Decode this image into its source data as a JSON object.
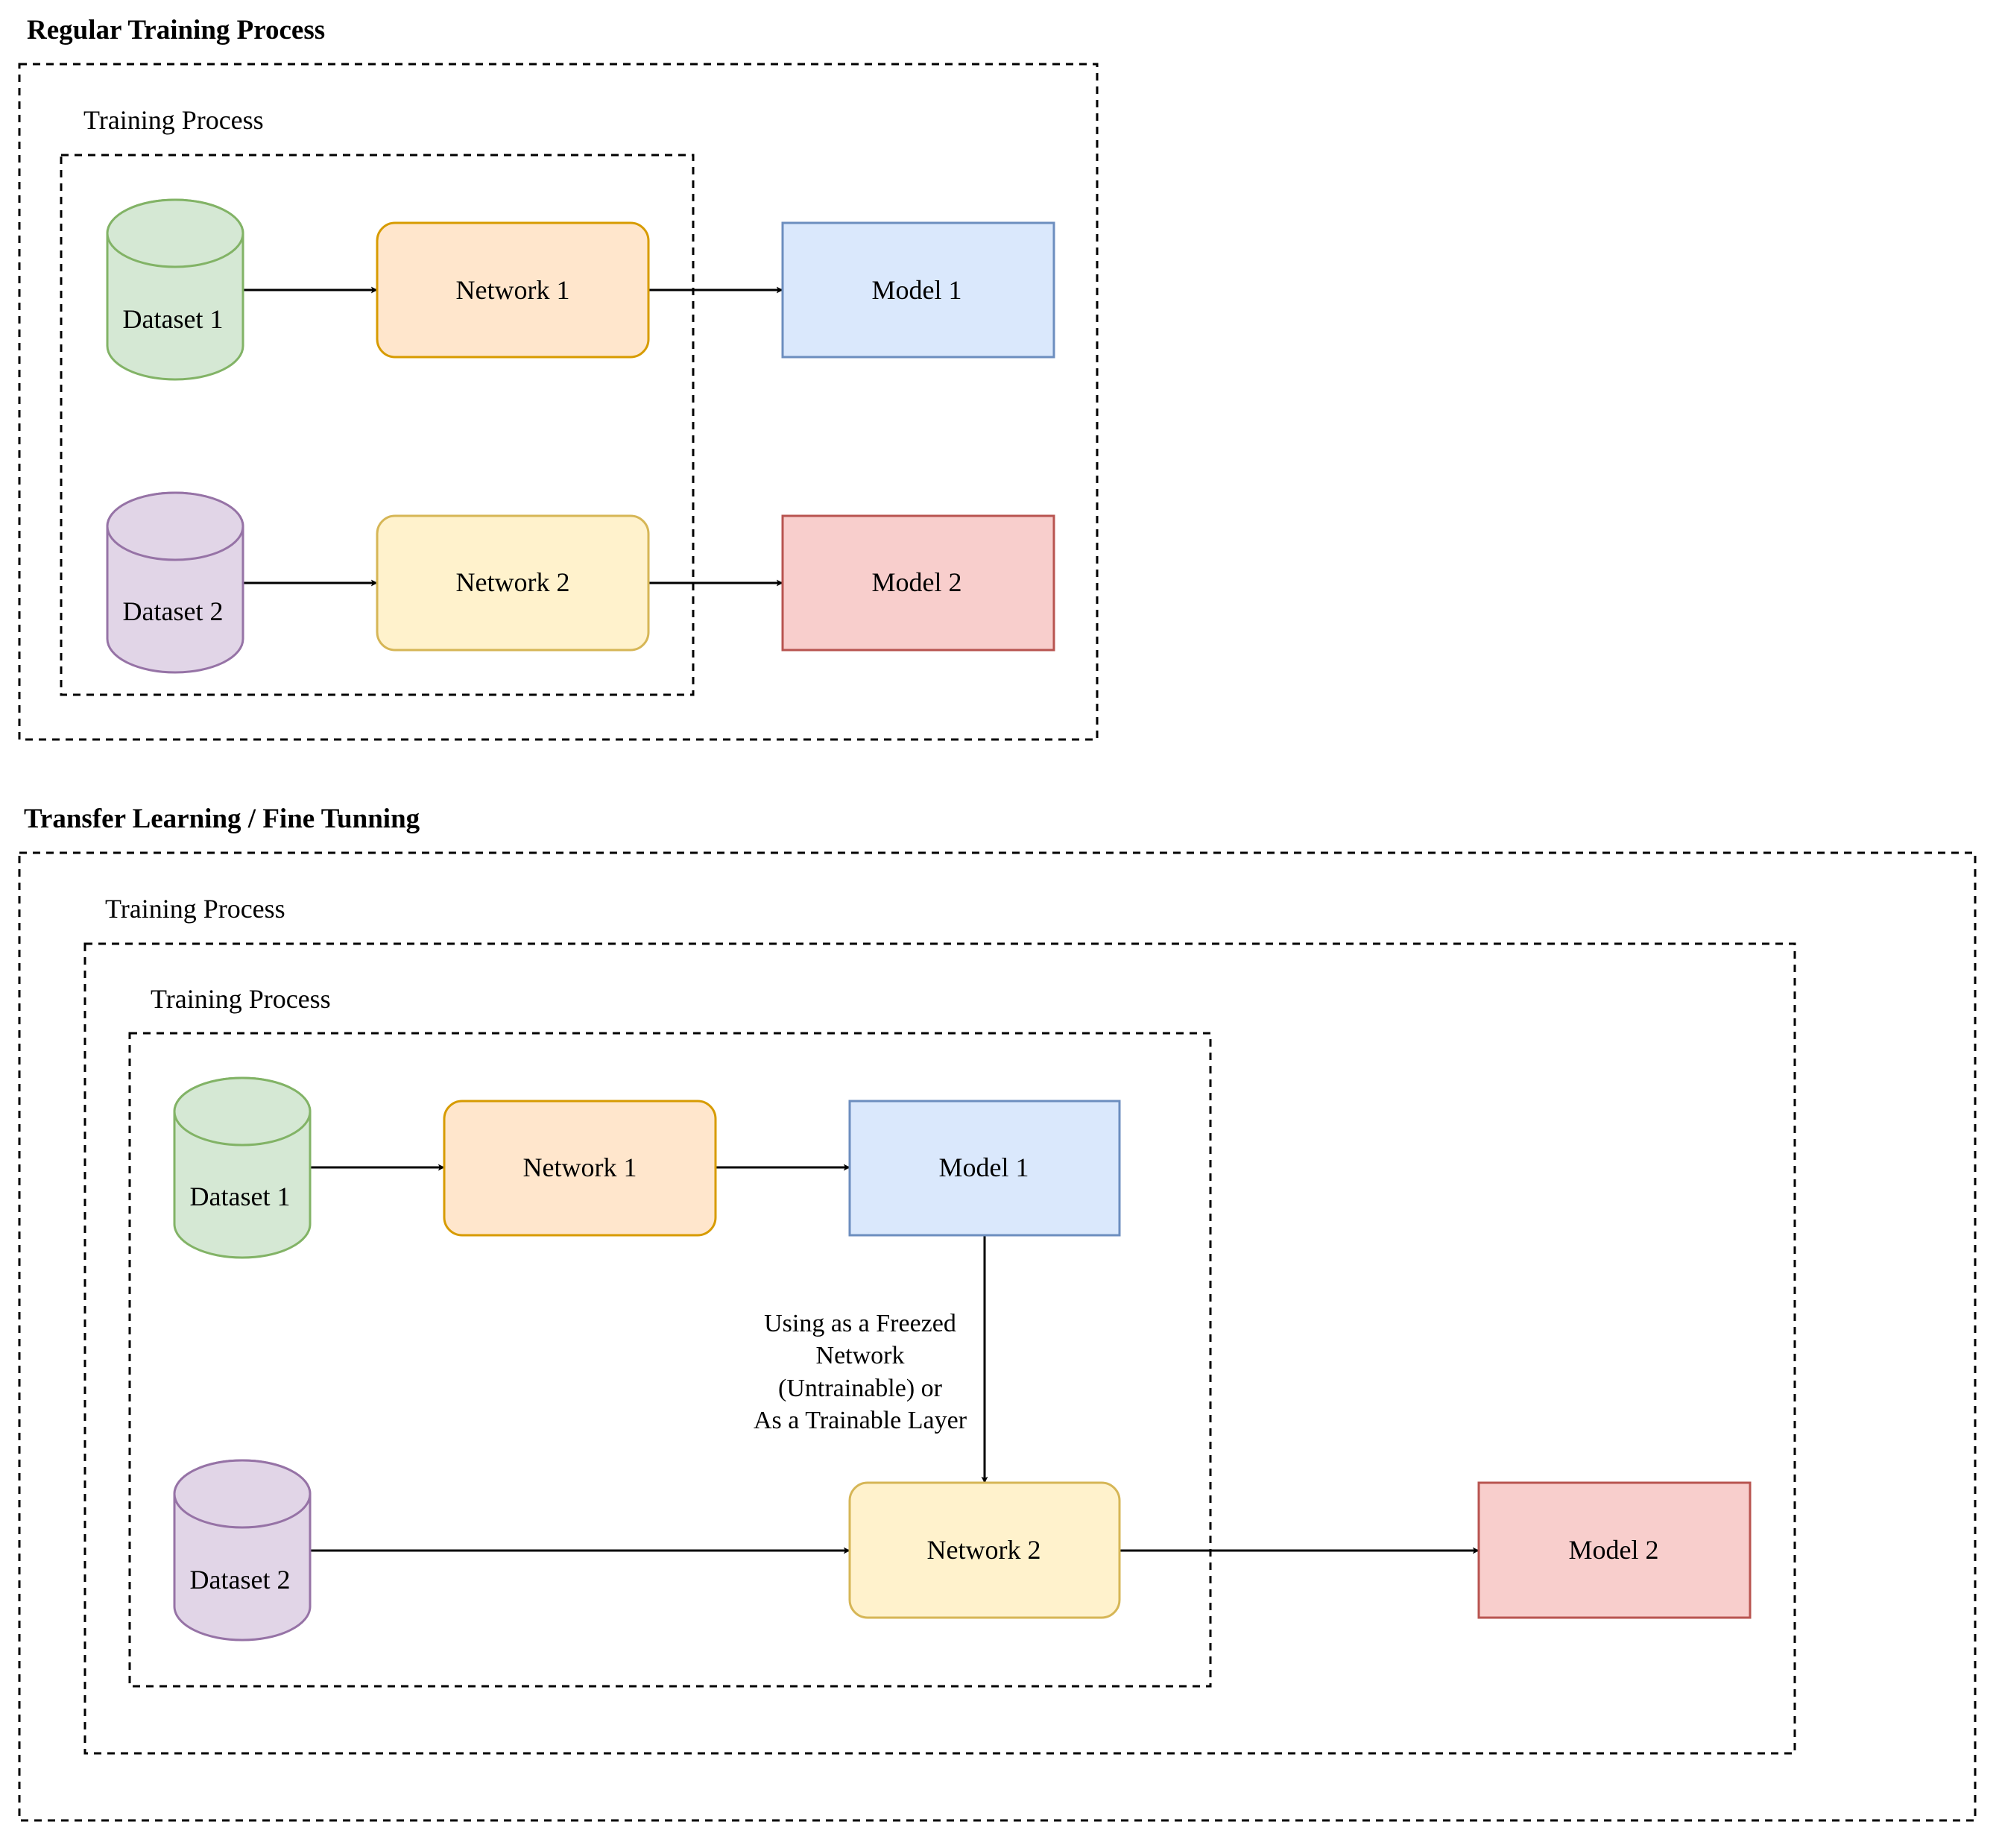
{
  "sections": {
    "regular": {
      "title": "Regular Training Process",
      "frame_label": "Training Process",
      "dataset1": "Dataset 1",
      "dataset2": "Dataset 2",
      "network1": "Network 1",
      "network2": "Network 2",
      "model1": "Model 1",
      "model2": "Model 2"
    },
    "transfer": {
      "title": "Transfer Learning / Fine Tunning",
      "outer_frame_label": "Training Process",
      "inner_frame_label": "Training Process",
      "dataset1": "Dataset 1",
      "dataset2": "Dataset 2",
      "network1": "Network 1",
      "network2": "Network 2",
      "model1": "Model 1",
      "model2": "Model 2",
      "edge_note": [
        "Using as a Freezed",
        "Network",
        "(Untrainable) or",
        "As a Trainable Layer"
      ]
    }
  },
  "colors": {
    "dataset1_fill": "#d5e8d4",
    "dataset1_stroke": "#82b366",
    "dataset2_fill": "#e1d5e7",
    "dataset2_stroke": "#9673a6",
    "network1_fill": "#ffe6cc",
    "network1_stroke": "#d79b00",
    "network2_fill": "#fff2cc",
    "network2_stroke": "#d6b656",
    "model1_fill": "#dae8fc",
    "model1_stroke": "#6c8ebf",
    "model2_fill": "#f8cecc",
    "model2_stroke": "#b85450"
  }
}
